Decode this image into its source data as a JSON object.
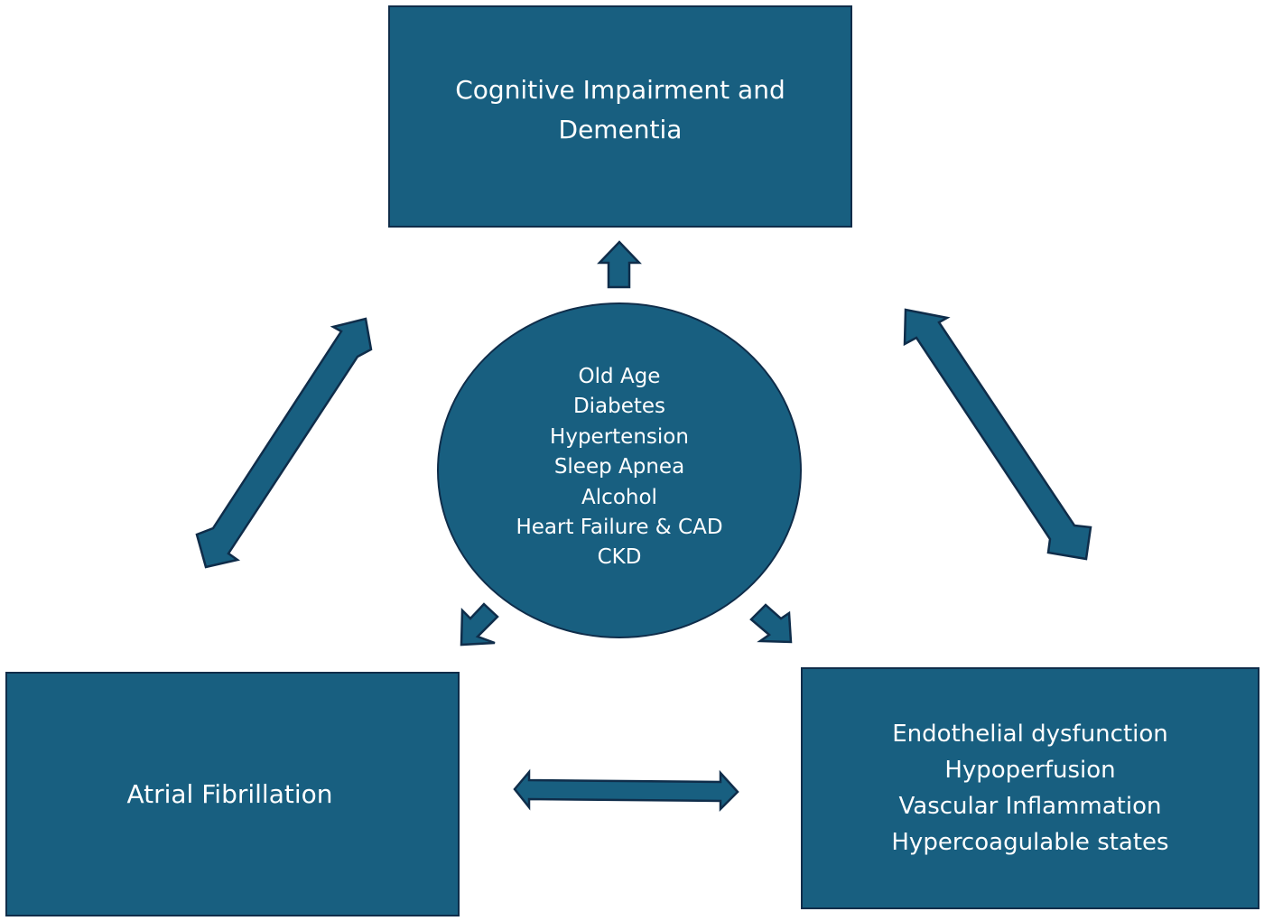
{
  "diagram": {
    "top_box": {
      "lines": [
        "Cognitive Impairment and",
        "Dementia"
      ]
    },
    "left_box": {
      "lines": [
        "Atrial Fibrillation"
      ]
    },
    "right_box": {
      "lines": [
        "Endothelial dysfunction",
        "Hypoperfusion",
        "Vascular Inflammation",
        "Hypercoagulable states"
      ]
    },
    "center_circle": {
      "lines": [
        "Old Age",
        "Diabetes",
        "Hypertension",
        "Sleep Apnea",
        "Alcohol",
        "Heart Failure & CAD",
        "CKD"
      ]
    },
    "colors": {
      "shape_fill": "#185f80",
      "shape_border": "#0f2d4a",
      "text": "#ffffff",
      "background": "#ffffff"
    }
  }
}
